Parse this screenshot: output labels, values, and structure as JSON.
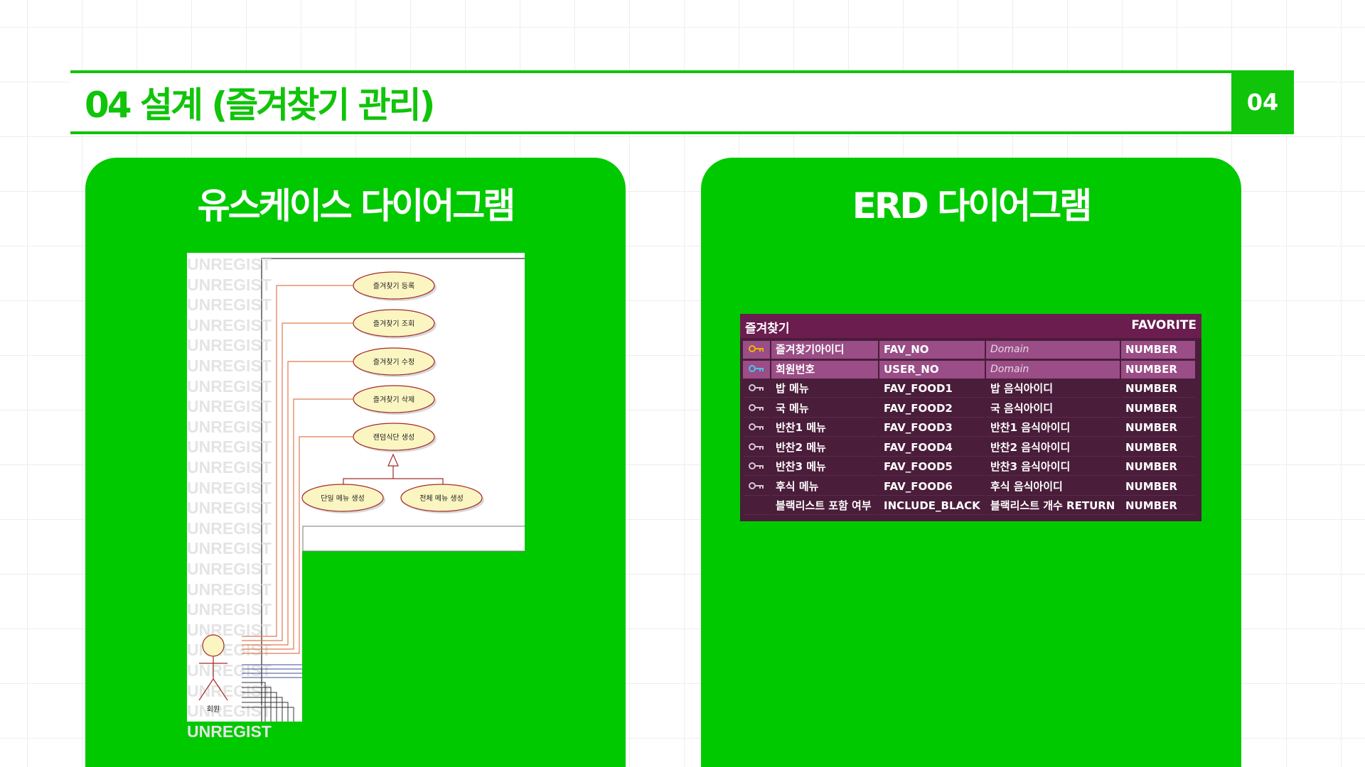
{
  "slide": {
    "title": "04 설계 (즐겨찾기 관리)",
    "page_number": "04"
  },
  "left_panel": {
    "title": "유스케이스 다이어그램",
    "watermark_text": "UNREGIST",
    "actor": "회원",
    "use_cases": [
      "즐겨찾기 등록",
      "즐겨찾기 조회",
      "즐겨찾기 수정",
      "즐겨찾기 삭제",
      "랜덤식단 생성",
      "단일 메뉴 생성",
      "전체 메뉴 생성"
    ]
  },
  "right_panel": {
    "title": "ERD 다이어그램",
    "entity": {
      "logical_name": "즐겨찾기",
      "physical_name": "FAVORITE",
      "columns": [
        {
          "key": "pk",
          "icon": "primary-key-icon",
          "logical": "즐겨찾기아이디",
          "physical": "FAV_NO",
          "comment": "Domain",
          "type": "NUMBER"
        },
        {
          "key": "fk",
          "icon": "foreign-key-icon",
          "logical": "회원번호",
          "physical": "USER_NO",
          "comment": "Domain",
          "type": "NUMBER"
        },
        {
          "key": "attr",
          "icon": "key-icon",
          "logical": "밥 메뉴",
          "physical": "FAV_FOOD1",
          "comment": "밥 음식아이디",
          "type": "NUMBER"
        },
        {
          "key": "attr",
          "icon": "key-icon",
          "logical": "국 메뉴",
          "physical": "FAV_FOOD2",
          "comment": "국 음식아이디",
          "type": "NUMBER"
        },
        {
          "key": "attr",
          "icon": "key-icon",
          "logical": "반찬1 메뉴",
          "physical": "FAV_FOOD3",
          "comment": "반찬1 음식아이디",
          "type": "NUMBER"
        },
        {
          "key": "attr",
          "icon": "key-icon",
          "logical": "반찬2 메뉴",
          "physical": "FAV_FOOD4",
          "comment": "반찬2 음식아이디",
          "type": "NUMBER"
        },
        {
          "key": "attr",
          "icon": "key-icon",
          "logical": "반찬3 메뉴",
          "physical": "FAV_FOOD5",
          "comment": "반찬3 음식아이디",
          "type": "NUMBER"
        },
        {
          "key": "attr",
          "icon": "key-icon",
          "logical": "후식 메뉴",
          "physical": "FAV_FOOD6",
          "comment": "후식 음식아이디",
          "type": "NUMBER"
        },
        {
          "key": "none",
          "icon": "",
          "logical": "블랙리스트 포함 여부",
          "physical": "INCLUDE_BLACK",
          "comment": "블랙리스트 개수 RETURN",
          "type": "NUMBER"
        }
      ]
    }
  },
  "colors": {
    "accent_green": "#10c40a",
    "panel_green": "#01c900",
    "erd_background": "#4a1d3a",
    "erd_header": "#6a1d4e",
    "erd_key_row": "#9a4d86",
    "usecase_fill": "#fbf5c2",
    "usecase_stroke": "#a52a2a",
    "association_line": "#e07a52"
  }
}
